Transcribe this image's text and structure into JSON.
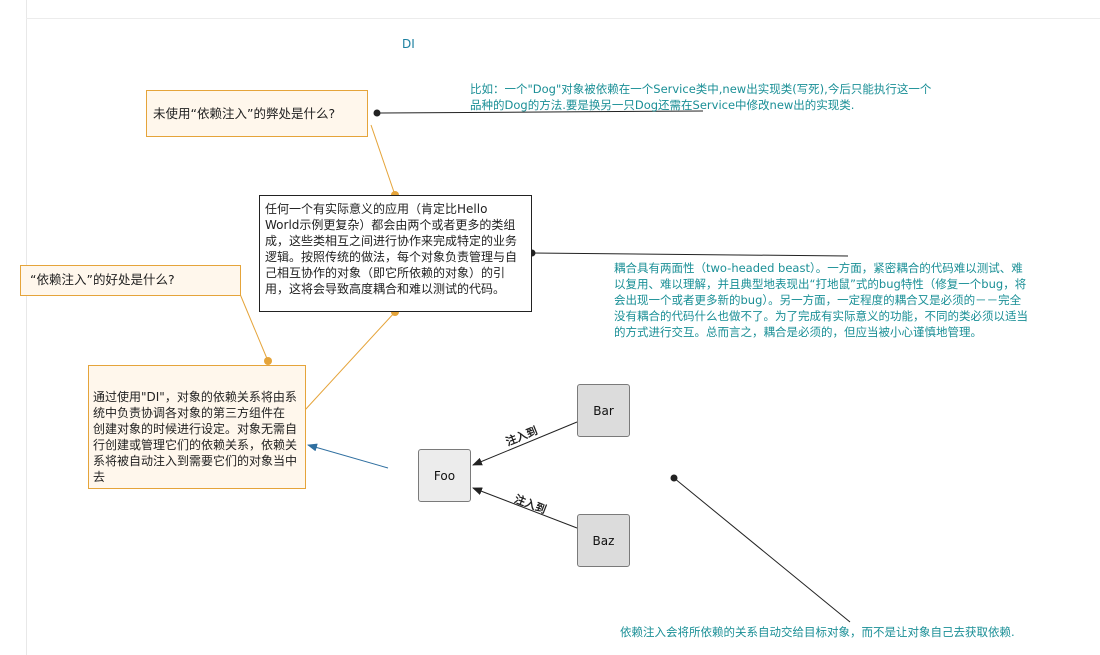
{
  "title": "DI",
  "question_drawbacks": "未使用“依赖注入”的弊处是什么?",
  "question_benefits": "“依赖注入”的好处是什么?",
  "example_note": "比如：一个\"Dog\"对象被依赖在一个Service类中,new出实现类(写死),今后只能执行这一个品种的Dog的方法.要是换另一只Dog还需在Service中修改new出的实现类.",
  "center_text": "任何一个有实际意义的应用（肯定比Hello World示例更复杂）都会由两个或者更多的类组成，这些类相互之间进行协作来完成特定的业务逻辑。按照传统的做法，每个对象负责管理与自己相互协作的对象（即它所依赖的对象）的引用，这将会导致高度耦合和难以测试的代码。",
  "coupling_note": "耦合具有两面性（two-headed beast）。一方面，紧密耦合的代码难以测试、难以复用、难以理解，并且典型地表现出“打地鼠”式的bug特性（修复一个bug，将会出现一个或者更多新的bug）。另一方面，一定程度的耦合又是必须的－－完全没有耦合的代码什么也做不了。为了完成有实际意义的功能，不同的类必须以适当的方式进行交互。总而言之，耦合是必须的，但应当被小心谨慎地管理。",
  "di_text": "通过使用\"DI\"，对象的依赖关系将由系统中负责协调各对象的第三方组件在\n创建对象的时候进行设定。对象无需自行创建或管理它们的依赖关系，依赖关系将被自动注入到需要它们的对象当中去",
  "bottom_note": "依赖注入会将所依赖的关系自动交给目标对象，而不是让对象自己去获取依赖.",
  "nodes": {
    "foo": "Foo",
    "bar": "Bar",
    "baz": "Baz"
  },
  "edge_label_top": "注入到",
  "edge_label_bottom": "注入到",
  "colors": {
    "orange": "#e5a43a",
    "teal": "#1a8f96",
    "blue_arrow": "#2f6fa0",
    "connector": "#222222"
  }
}
